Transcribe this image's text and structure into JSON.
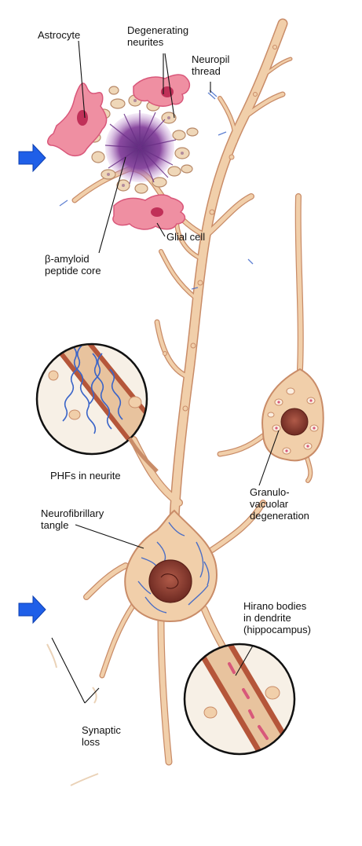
{
  "labels": {
    "astrocyte": "Astrocyte",
    "degenerating_neurites": [
      "Degenerating",
      "neurites"
    ],
    "neuropil_thread": [
      "Neuropil",
      "thread"
    ],
    "glial_cell": "Glial cell",
    "amyloid_core": [
      "β-amyloid",
      "peptide core"
    ],
    "phfs_in_neurite": "PHFs in neurite",
    "granulovacuolar": [
      "Granulo-",
      "vacuolar",
      "degeneration"
    ],
    "neurofibrillary_tangle": [
      "Neurofibrillary",
      "tangle"
    ],
    "hirano_bodies": [
      "Hirano bodies",
      "in dendrite",
      "(hippocampus)"
    ],
    "synaptic_loss": [
      "Synaptic",
      "loss"
    ]
  },
  "colors": {
    "neuron_fill": "#f1cfaa",
    "neuron_outline": "#c98c68",
    "nucleus": "#8a3a30",
    "plaque": "#7a3d8f",
    "glia": "#e9738d",
    "tangle": "#3a64c8",
    "arrow": "#1f5fe8"
  }
}
